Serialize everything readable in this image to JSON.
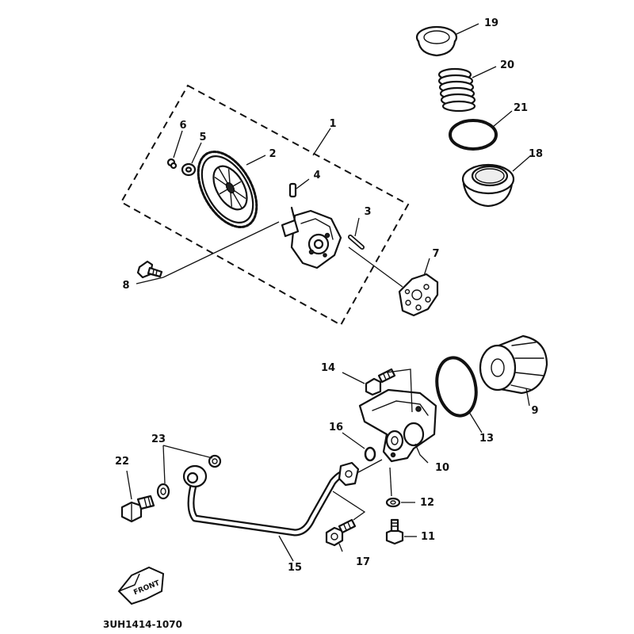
{
  "diagram": {
    "catalog_code": "3UH1414-1070",
    "front_marker": "FRONT",
    "callouts": [
      {
        "id": "c1",
        "label": "1"
      },
      {
        "id": "c2",
        "label": "2"
      },
      {
        "id": "c3",
        "label": "3"
      },
      {
        "id": "c4",
        "label": "4"
      },
      {
        "id": "c5",
        "label": "5"
      },
      {
        "id": "c6",
        "label": "6"
      },
      {
        "id": "c7",
        "label": "7"
      },
      {
        "id": "c8",
        "label": "8"
      },
      {
        "id": "c9",
        "label": "9"
      },
      {
        "id": "c10",
        "label": "10"
      },
      {
        "id": "c11",
        "label": "11"
      },
      {
        "id": "c12",
        "label": "12"
      },
      {
        "id": "c13",
        "label": "13"
      },
      {
        "id": "c14",
        "label": "14"
      },
      {
        "id": "c15",
        "label": "15"
      },
      {
        "id": "c16",
        "label": "16"
      },
      {
        "id": "c17",
        "label": "17"
      },
      {
        "id": "c18",
        "label": "18"
      },
      {
        "id": "c19",
        "label": "19"
      },
      {
        "id": "c20",
        "label": "20"
      },
      {
        "id": "c21",
        "label": "21"
      },
      {
        "id": "c22",
        "label": "22"
      },
      {
        "id": "c23",
        "label": "23"
      }
    ]
  }
}
